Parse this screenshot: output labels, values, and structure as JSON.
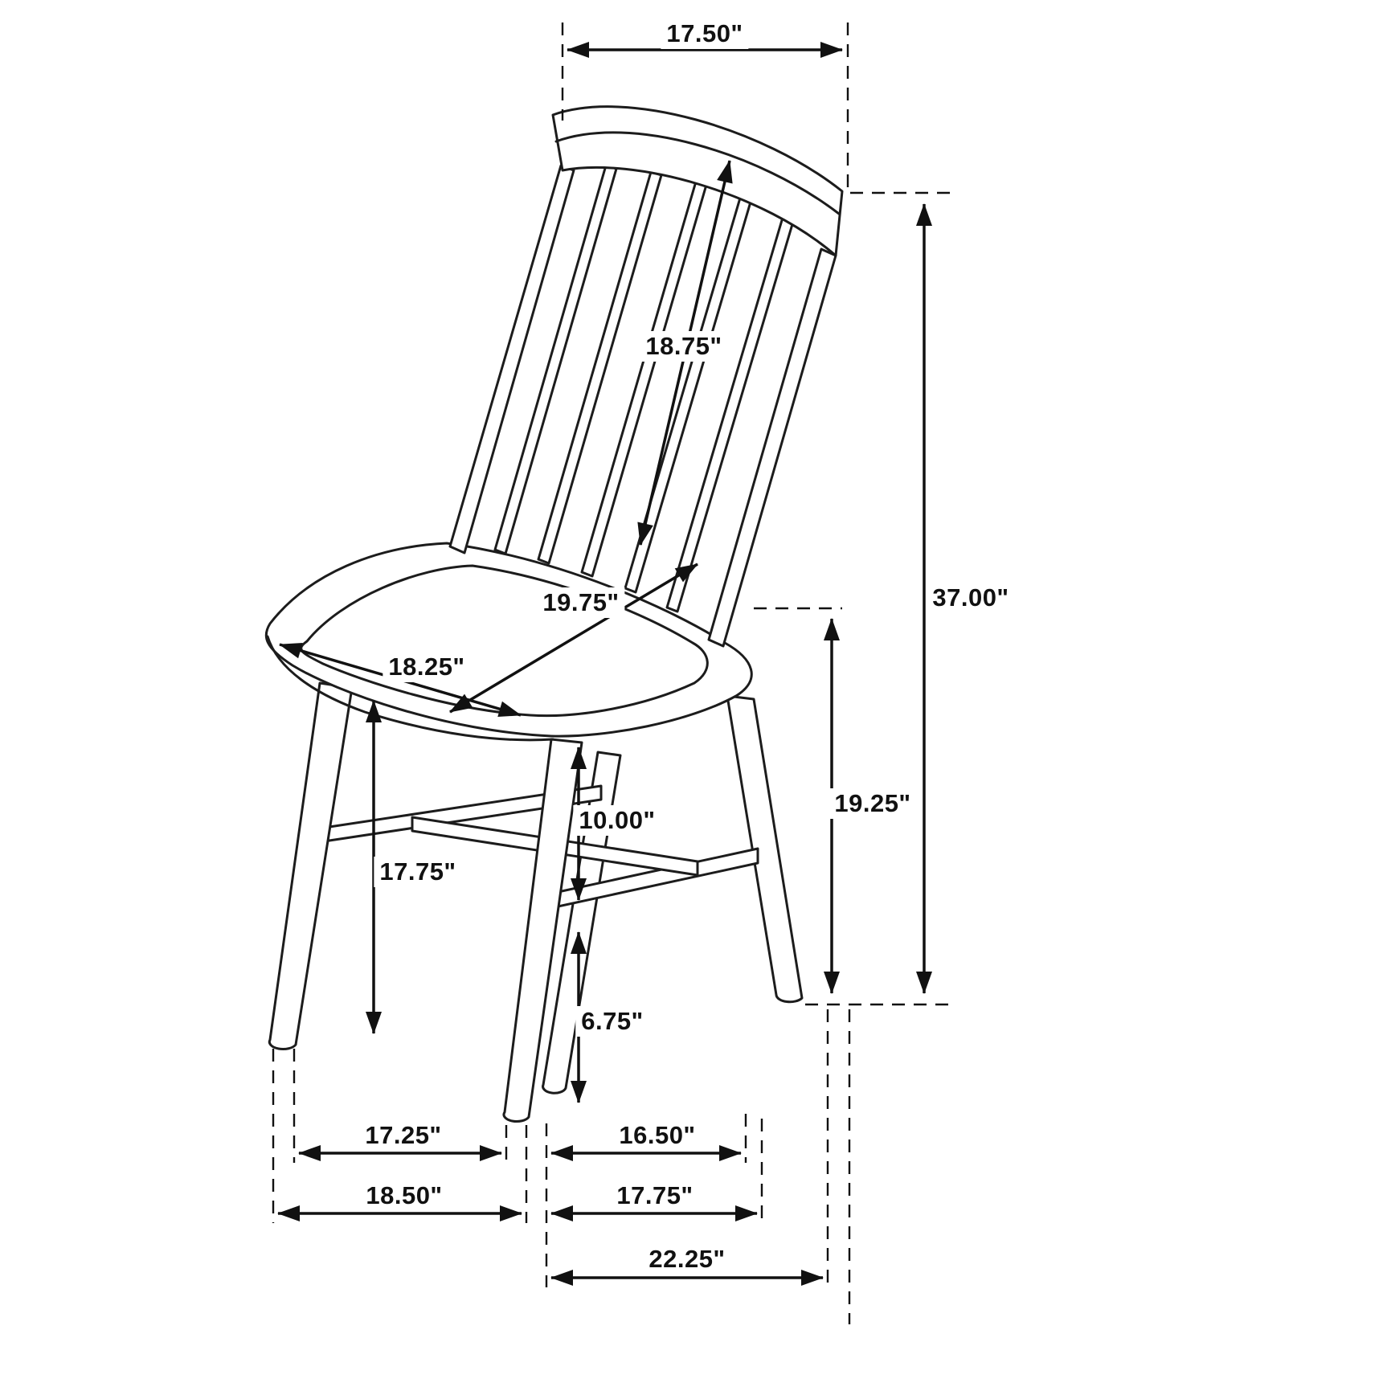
{
  "dimensions": {
    "top_width": "17.50\"",
    "back_diagonal": "18.75\"",
    "total_height": "37.00\"",
    "seat_depth_diagonal": "19.75\"",
    "seat_width_diagonal": "18.25\"",
    "seat_height_right": "19.25\"",
    "leg_height_left": "17.75\"",
    "stretcher_height": "10.00\"",
    "bottom_clearance": "6.75\"",
    "front_leg_inner_span": "17.25\"",
    "rear_inner_span": "16.50\"",
    "front_outer_span": "18.50\"",
    "rear_outer_span": "17.75\"",
    "total_depth": "22.25\""
  }
}
